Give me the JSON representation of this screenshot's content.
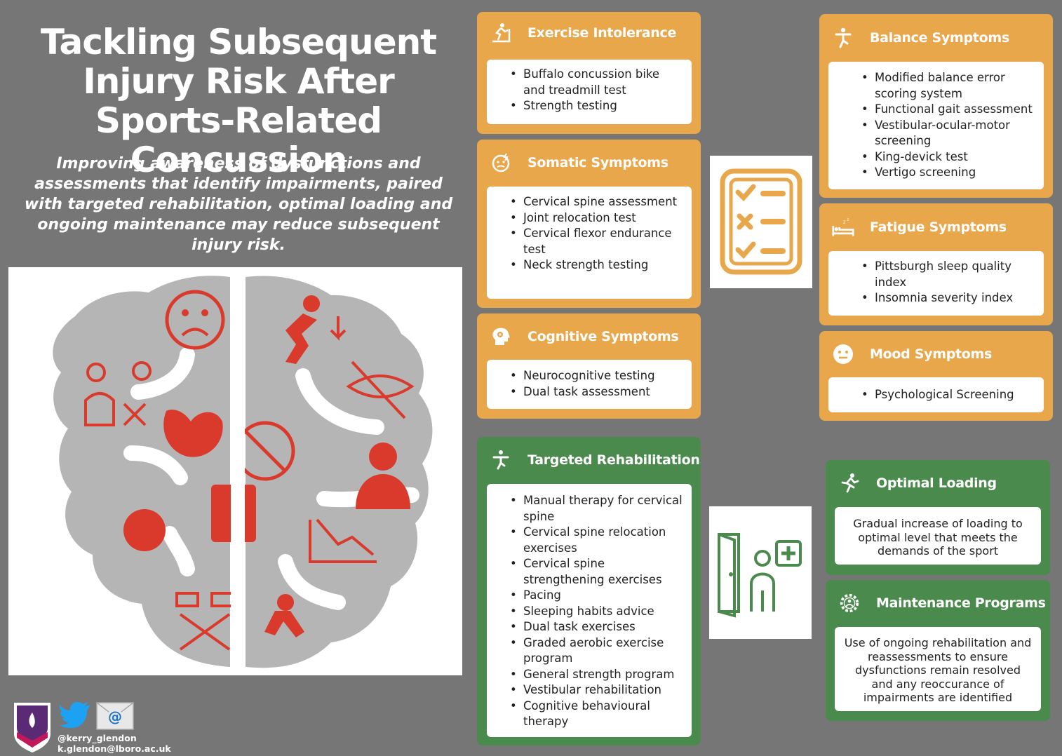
{
  "header": {
    "title": "Tackling Subsequent Injury Risk After Sports-Related Concussion",
    "subtitle": "Improving awareness of dysfunctions and assessments that identify impairments, paired with targeted rehabilitation, optimal loading and ongoing maintenance may reduce subsequent injury risk."
  },
  "cards": {
    "exercise": {
      "title": "Exercise Intolerance",
      "items": [
        "Buffalo concussion bike and treadmill test",
        "Strength testing"
      ],
      "icon": "treadmill-icon"
    },
    "somatic": {
      "title": "Somatic Symptoms",
      "items": [
        "Cervical spine assessment",
        "Joint relocation test",
        "Cervical flexor endurance test",
        "Neck strength testing"
      ],
      "icon": "headache-icon"
    },
    "cognitive": {
      "title": "Cognitive Symptoms",
      "items": [
        "Neurocognitive testing",
        "Dual task assessment"
      ],
      "icon": "brain-gear-icon"
    },
    "balance": {
      "title": "Balance Symptoms",
      "items": [
        "Modified balance error scoring system",
        "Functional gait assessment",
        "Vestibular-ocular-motor screening",
        "King-devick test",
        "Vertigo screening"
      ],
      "icon": "balance-person-icon"
    },
    "fatigue": {
      "title": "Fatigue Symptoms",
      "items": [
        "Pittsburgh sleep quality index",
        "Insomnia severity index"
      ],
      "icon": "bed-icon"
    },
    "mood": {
      "title": "Mood Symptoms",
      "items": [
        "Psychological Screening"
      ],
      "icon": "neutral-face-icon"
    },
    "rehab": {
      "title": "Targeted Rehabilitation",
      "items": [
        "Manual therapy for cervical spine",
        "Cervical spine relocation exercises",
        "Cervical spine strengthening exercises",
        "Pacing",
        "Sleeping habits advice",
        "Dual task exercises",
        "Graded aerobic exercise program",
        "General strength program",
        "Vestibular rehabilitation",
        "Cognitive behavioural therapy"
      ],
      "icon": "stretch-person-icon"
    },
    "loading": {
      "title": "Optimal Loading",
      "text": "Gradual increase of loading to optimal level that meets the demands of the sport",
      "icon": "running-icon"
    },
    "maintenance": {
      "title": "Maintenance Programs",
      "text": "Use of ongoing rehabilitation and reassessments to ensure dysfunctions remain resolved and any reoccurance of impairments are identified",
      "icon": "gear-person-icon"
    }
  },
  "footer": {
    "twitter": "@kerry_glendon",
    "email": "k.glendon@lboro.ac.uk"
  },
  "colors": {
    "background": "#767677",
    "orange": "#e9a74c",
    "green": "#4a8a4c",
    "red_icon": "#d93a2b",
    "brain_gray": "#b5b5b6"
  }
}
